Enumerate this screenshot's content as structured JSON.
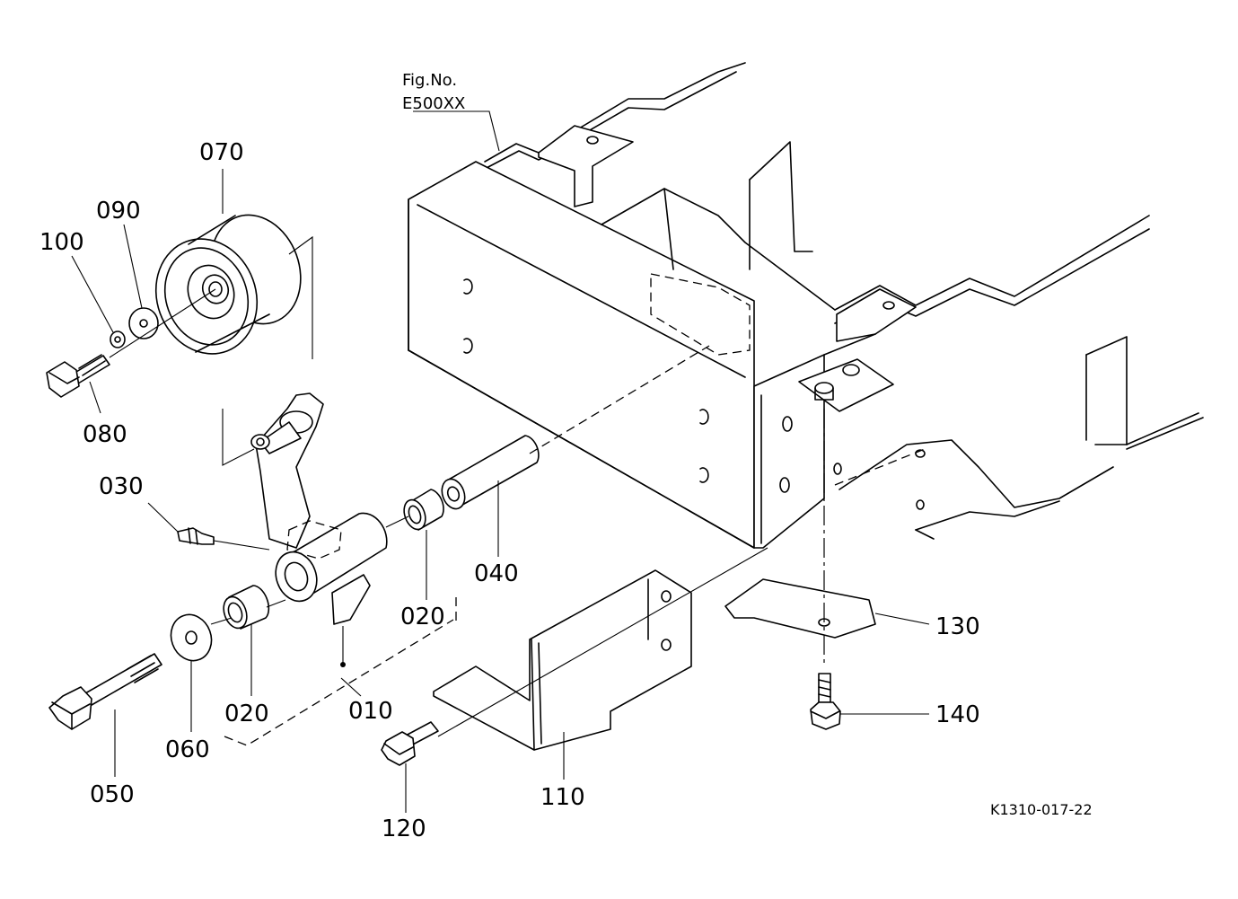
{
  "figure": {
    "fig_no_label": "Fig.No.",
    "fig_no_value": "E500XX",
    "drawing_code": "K1310-017-22"
  },
  "parts": {
    "p070": "070",
    "p090": "090",
    "p100": "100",
    "p080": "080",
    "p030": "030",
    "p040": "040",
    "p020a": "020",
    "p020b": "020",
    "p010": "010",
    "p050": "050",
    "p060": "060",
    "p110": "110",
    "p120": "120",
    "p130": "130",
    "p140": "140"
  }
}
